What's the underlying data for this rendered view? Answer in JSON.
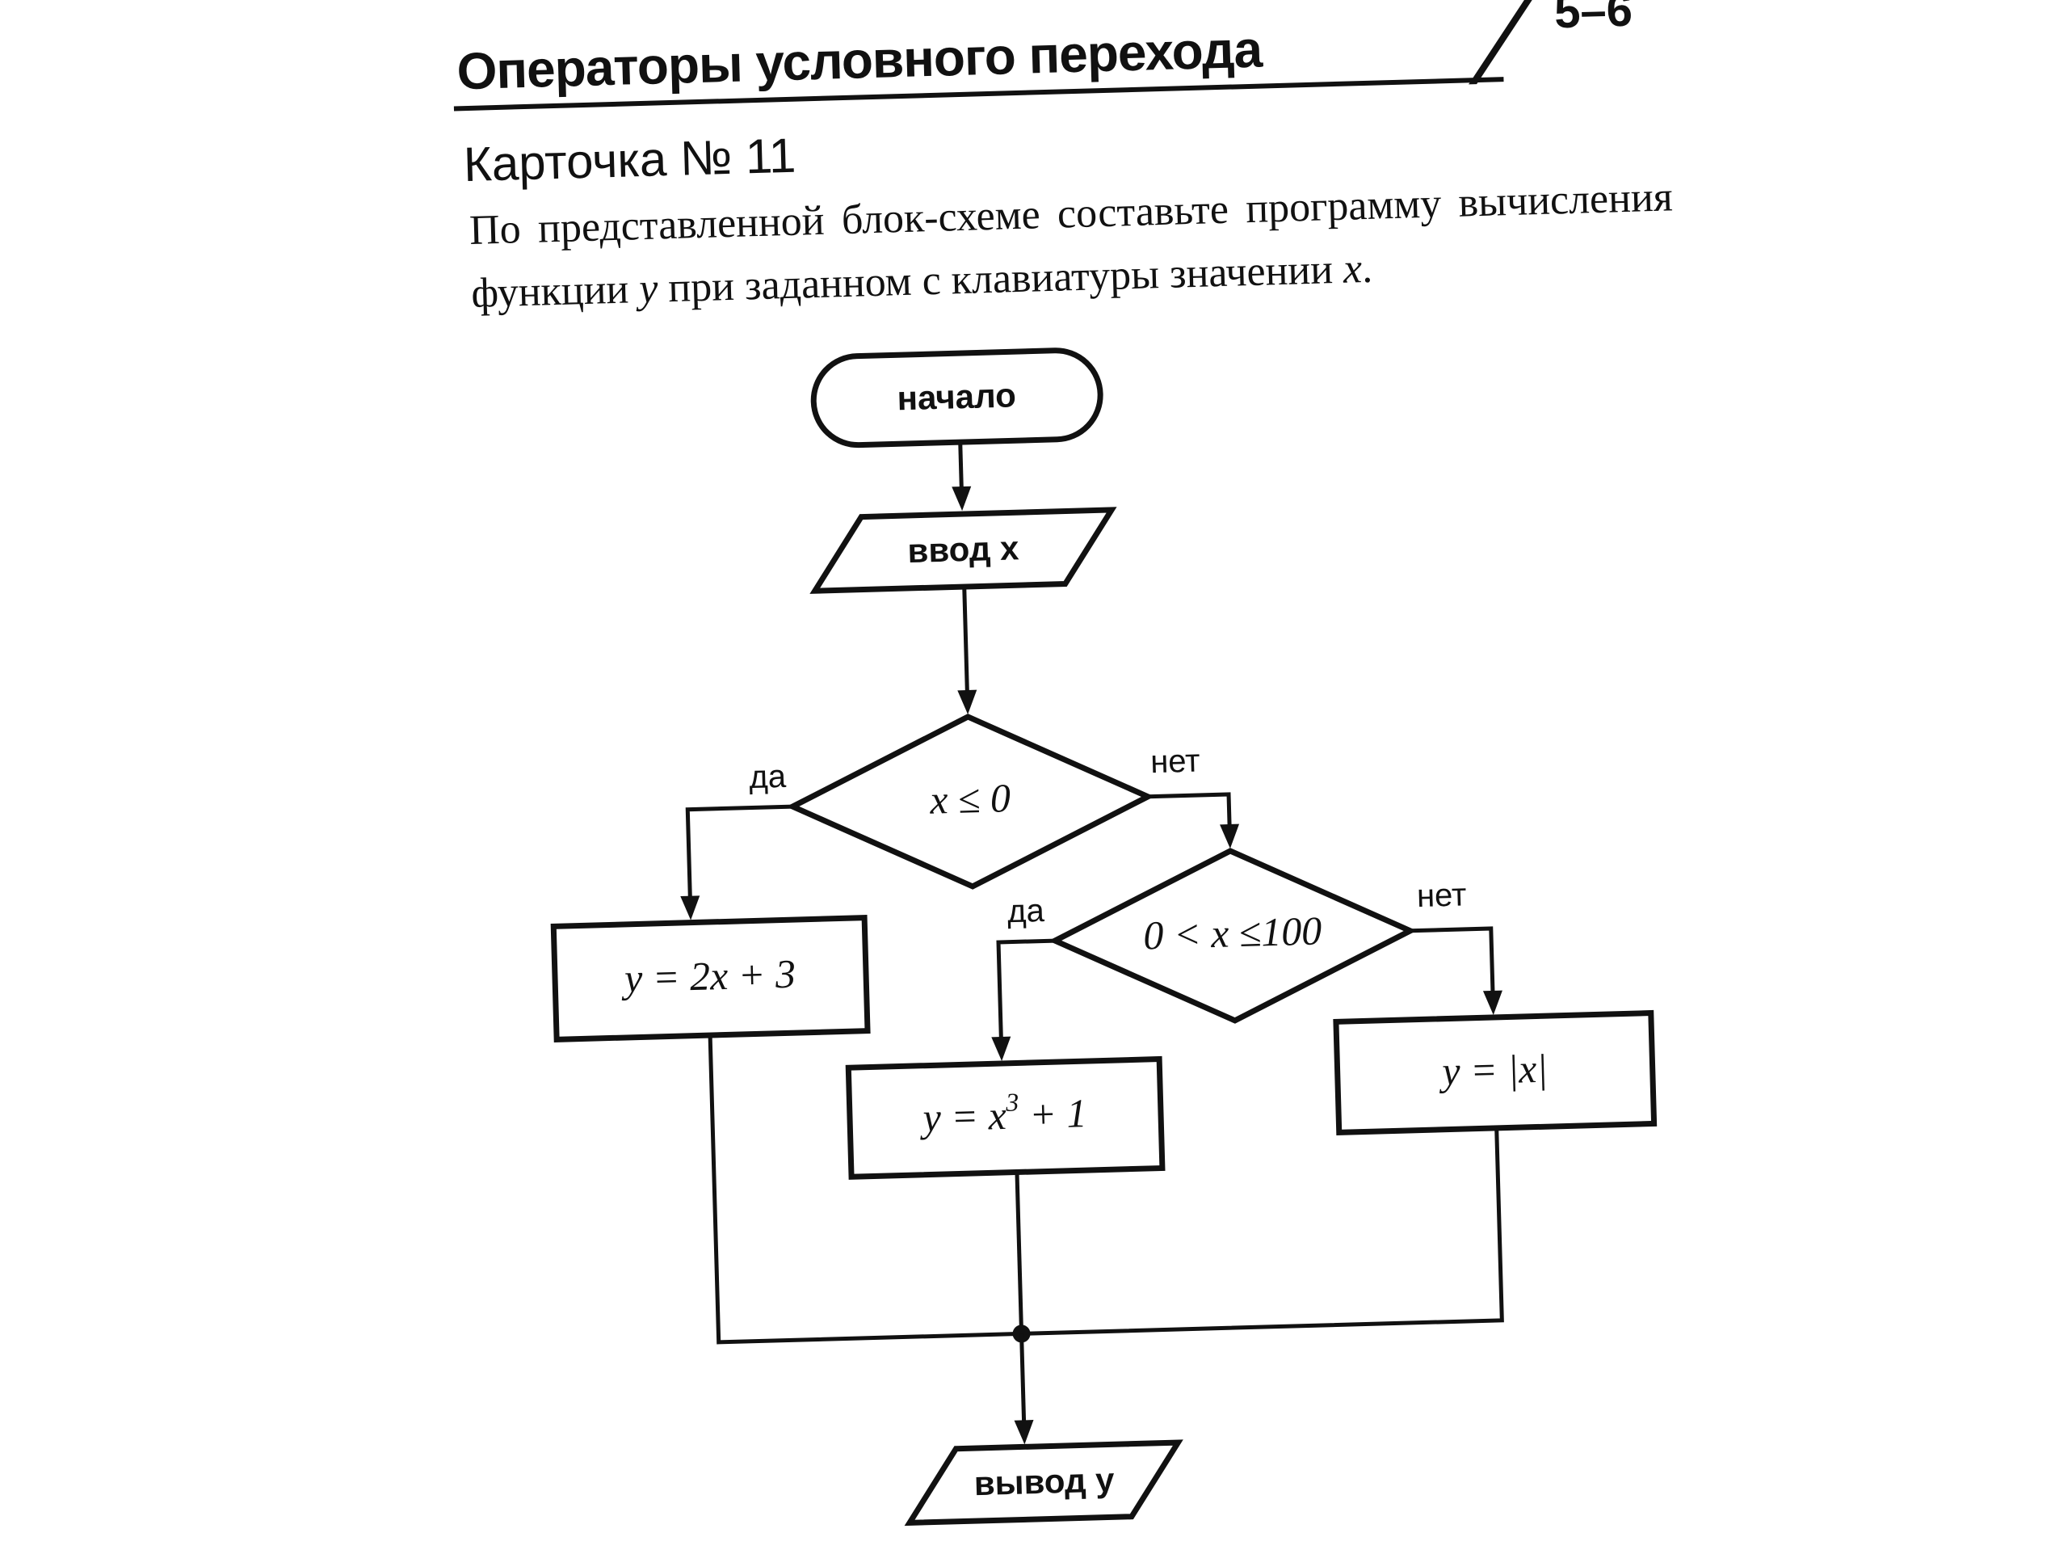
{
  "header": {
    "title": "Операторы условного перехода",
    "grade": "5–6"
  },
  "card": {
    "number": "Карточка № 11",
    "task_start": "По представленной блок-схеме составьте программу вычисления функции ",
    "task_var_y": "y",
    "task_middle": " при заданном с клавиатуры значении ",
    "task_var_x": "x",
    "task_end": "."
  },
  "flowchart": {
    "start": "начало",
    "input": "ввод x",
    "condition1": "x ≤ 0",
    "condition2": "0 < x ≤100",
    "yes1": "да",
    "no1": "нет",
    "yes2": "да",
    "no2": "нет",
    "formula1": "y = 2x + 3",
    "formula2_base": "y = x",
    "formula2_exp": "3",
    "formula2_tail": " + 1",
    "formula3": "y = |x|",
    "output": "вывод y"
  }
}
